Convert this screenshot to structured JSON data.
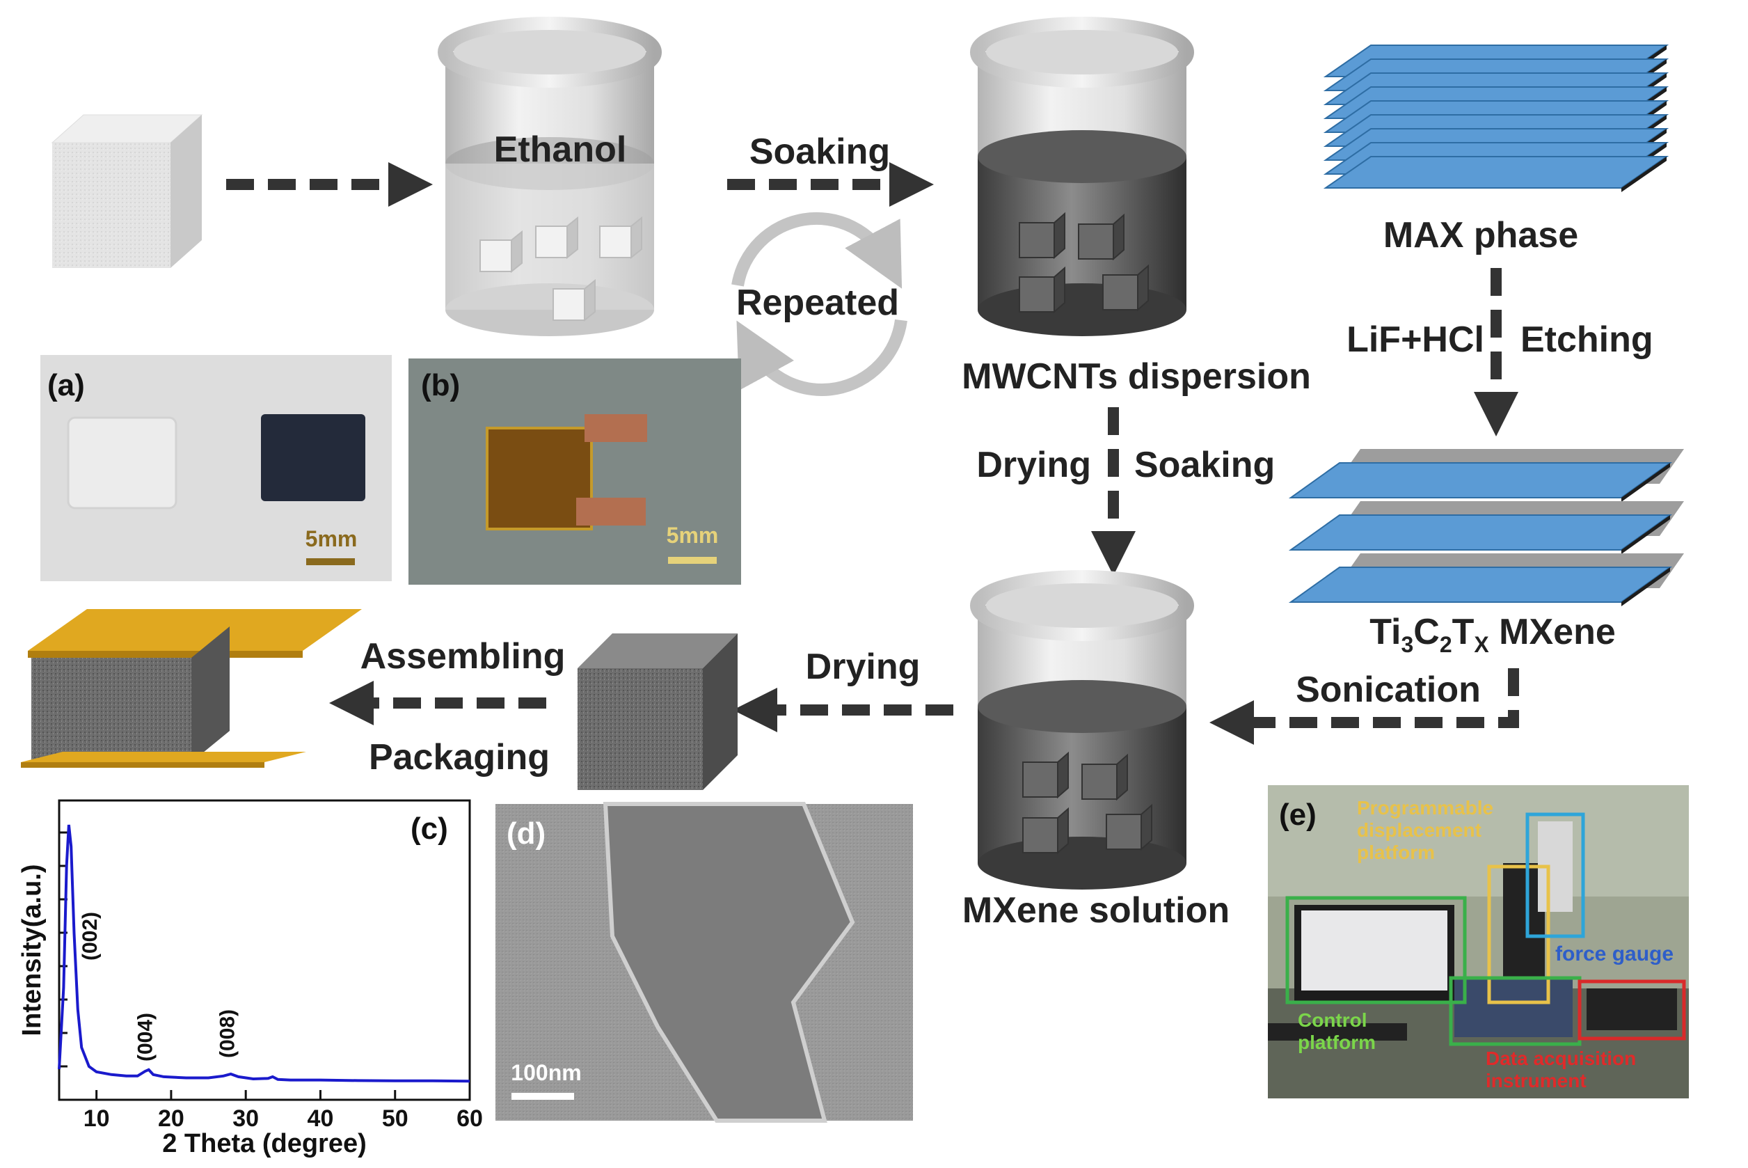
{
  "labels": {
    "ethanol": "Ethanol",
    "soaking_top": "Soaking",
    "repeated": "Repeated",
    "max_phase": "MAX phase",
    "lif_hcl": "LiF+HCl",
    "etching": "Etching",
    "mwcnts": "MWCNTs dispersion",
    "drying_mid": "Drying",
    "soaking_mid": "Soaking",
    "ti3c2tx_parts": [
      "Ti",
      "3",
      "C",
      "2",
      "T",
      "X",
      " MXene"
    ],
    "sonication": "Sonication",
    "assembling": "Assembling",
    "packaging": "Packaging",
    "drying_bottom": "Drying",
    "mxene_solution": "MXene solution"
  },
  "panels": {
    "a": {
      "tag": "(a)",
      "scale": "5mm"
    },
    "b": {
      "tag": "(b)",
      "scale": "5mm"
    },
    "c": {
      "tag": "(c)"
    },
    "d": {
      "tag": "(d)",
      "scale": "100nm"
    },
    "e": {
      "tag": "(e)",
      "programmable": [
        "Programmable",
        "displacement",
        "platform"
      ],
      "force_gauge": "force gauge",
      "control": [
        "Control",
        "platform"
      ],
      "daq": [
        "Data acquisition",
        "instrument"
      ]
    }
  },
  "chart_data": {
    "type": "line",
    "xlabel": "2 Theta (degree)",
    "ylabel": "Intensity(a.u.)",
    "xlim": [
      5,
      60
    ],
    "x_ticks": [
      10,
      20,
      30,
      40,
      50,
      60
    ],
    "series_color": "#1a1acc",
    "points": [
      [
        5.0,
        0.1
      ],
      [
        5.6,
        0.4
      ],
      [
        6.0,
        0.85
      ],
      [
        6.3,
        1.0
      ],
      [
        6.6,
        0.92
      ],
      [
        7.0,
        0.6
      ],
      [
        7.5,
        0.32
      ],
      [
        8.0,
        0.18
      ],
      [
        9.0,
        0.11
      ],
      [
        10,
        0.09
      ],
      [
        12,
        0.08
      ],
      [
        14,
        0.075
      ],
      [
        15.5,
        0.075
      ],
      [
        16.5,
        0.092
      ],
      [
        17.0,
        0.098
      ],
      [
        17.6,
        0.08
      ],
      [
        19,
        0.072
      ],
      [
        22,
        0.068
      ],
      [
        25,
        0.068
      ],
      [
        27,
        0.075
      ],
      [
        28,
        0.082
      ],
      [
        29,
        0.072
      ],
      [
        31,
        0.064
      ],
      [
        33,
        0.066
      ],
      [
        33.6,
        0.072
      ],
      [
        34.3,
        0.062
      ],
      [
        36,
        0.06
      ],
      [
        40,
        0.06
      ],
      [
        45,
        0.058
      ],
      [
        50,
        0.057
      ],
      [
        55,
        0.057
      ],
      [
        60,
        0.056
      ]
    ],
    "annotations": [
      {
        "text": "(002)",
        "x": 6.3
      },
      {
        "text": "(004)",
        "x": 17.0
      },
      {
        "text": "(008)",
        "x": 28.0
      }
    ]
  },
  "colors": {
    "arrow": "#333333",
    "gold": "#e0a820",
    "max_blue": "#5b9bd5",
    "max_edge": "#2e6da4"
  }
}
